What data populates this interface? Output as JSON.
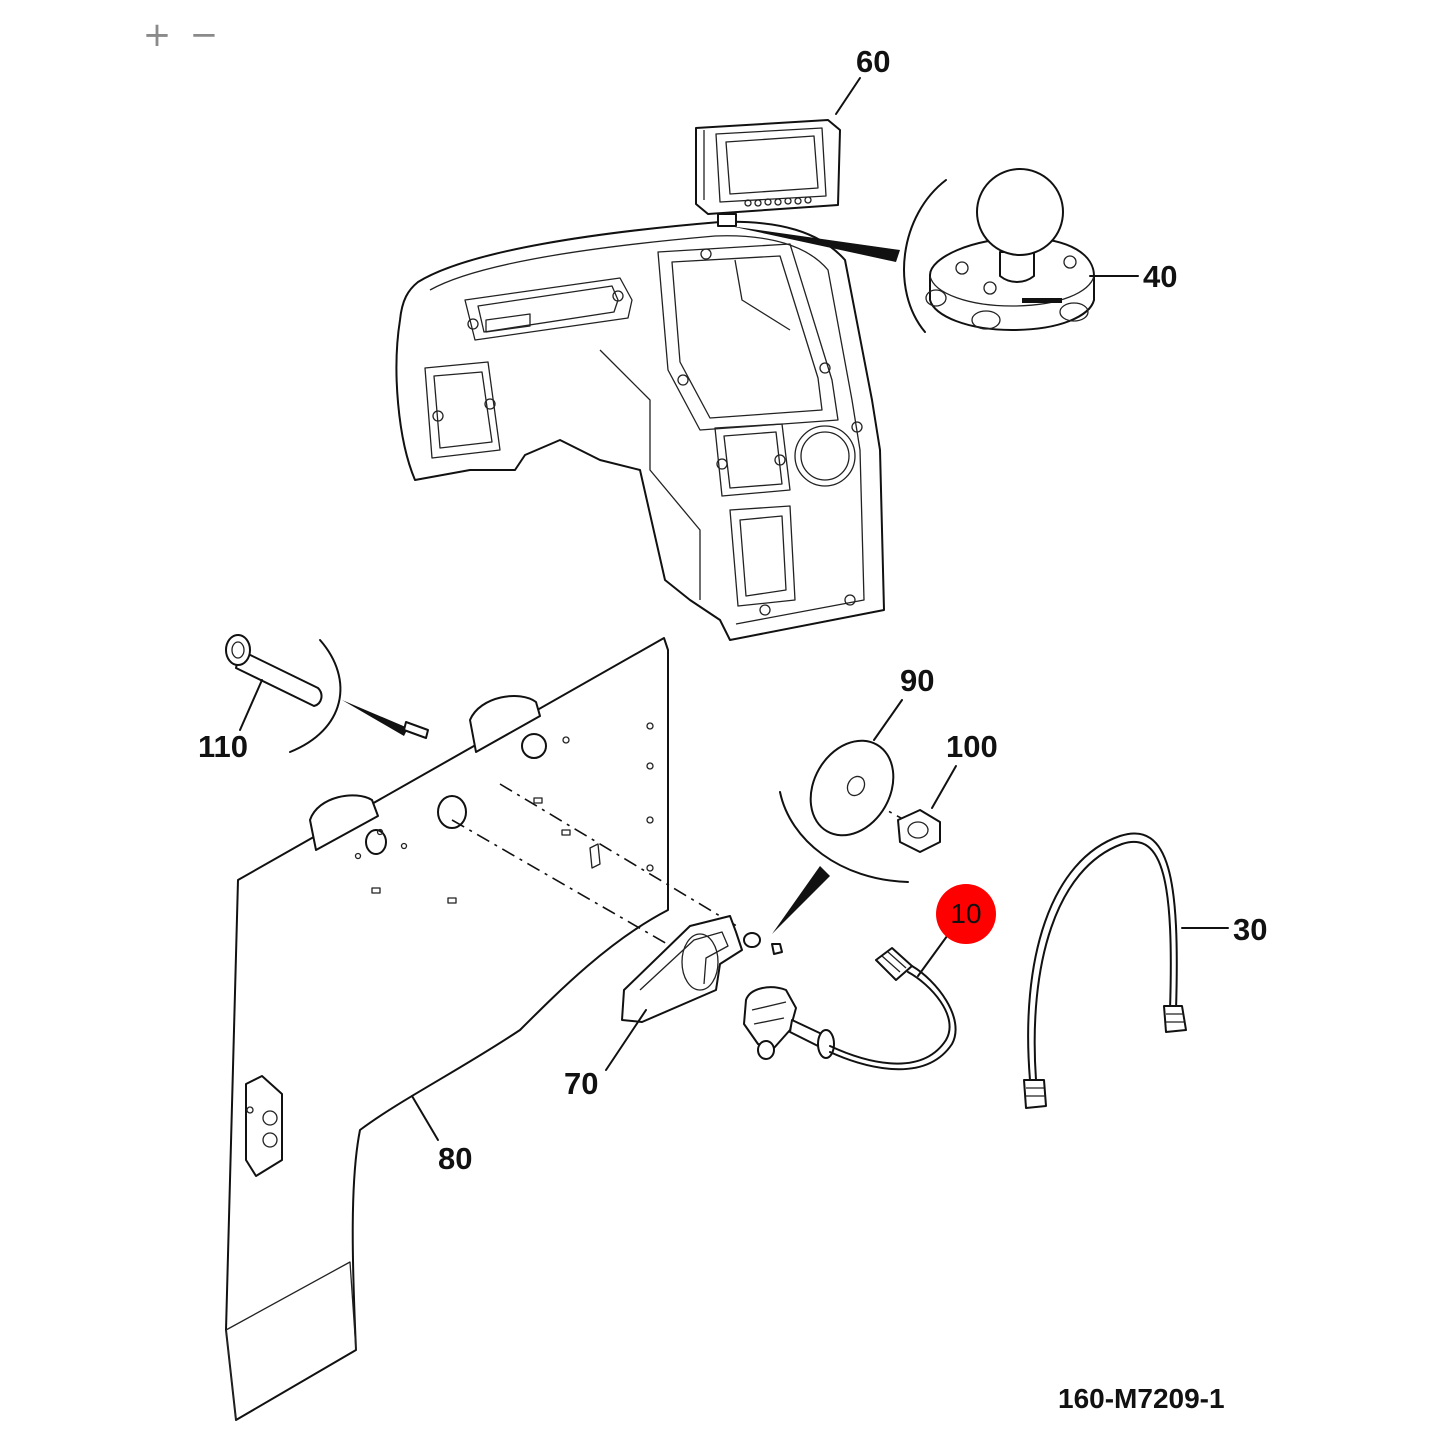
{
  "toolbar": {
    "zoom_in_label": "+",
    "zoom_out_label": "−"
  },
  "callouts": {
    "c60": "60",
    "c40": "40",
    "c110": "110",
    "c90": "90",
    "c100": "100",
    "c10": "10",
    "c30": "30",
    "c70": "70",
    "c80": "80"
  },
  "highlight_color": "#ff0000",
  "drawing_number": "160-M7209-1"
}
